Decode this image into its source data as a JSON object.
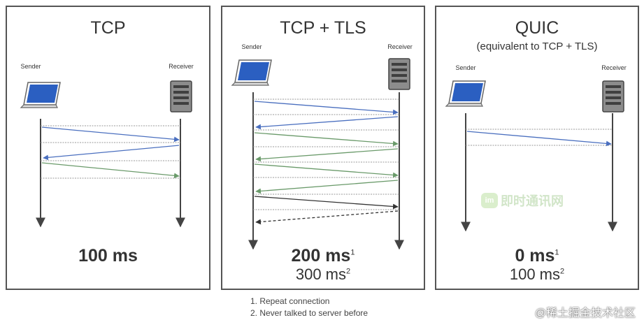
{
  "panels": [
    {
      "title": "TCP",
      "subtitle": "",
      "sender_label": "Sender",
      "receiver_label": "Receiver",
      "time_main": "100 ms",
      "time_main_note": "",
      "time_sub": "",
      "time_sub_note": ""
    },
    {
      "title": "TCP + TLS",
      "subtitle": "",
      "sender_label": "Sender",
      "receiver_label": "Receiver",
      "time_main": "200 ms",
      "time_main_note": "1",
      "time_sub": "300 ms",
      "time_sub_note": "2"
    },
    {
      "title": "QUIC",
      "subtitle": "(equivalent to TCP + TLS)",
      "sender_label": "Sender",
      "receiver_label": "Receiver",
      "time_main": "0 ms",
      "time_main_note": "1",
      "time_sub": "100 ms",
      "time_sub_note": "2"
    }
  ],
  "footnotes": [
    "1. Repeat connection",
    "2. Never talked to server before"
  ],
  "watermark": {
    "badge": "im",
    "text": "即时通讯网"
  },
  "credit": "@稀土掘金技术社区",
  "colors": {
    "blue_arrow": "#4a6fbf",
    "green_arrow": "#6a9a6a",
    "dark_arrow": "#333333",
    "guide_line": "#9a9a9a",
    "border": "#555555"
  }
}
